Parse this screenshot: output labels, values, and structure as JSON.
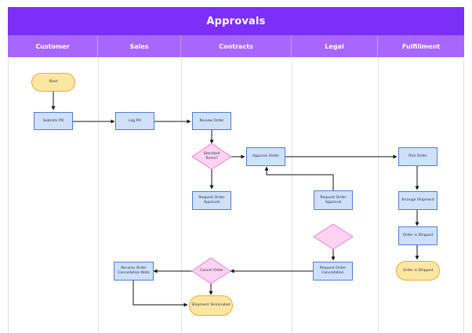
{
  "title": "Approvals",
  "lanes": [
    "Customer",
    "Sales",
    "Contracts",
    "Legal",
    "Fulfillment"
  ],
  "nodes": {
    "start": "Start",
    "submits_po": "Submits PO",
    "log_po": "Log PO",
    "review_order": "Review Order",
    "standard_terms": "Standard Terms?",
    "approve_order": "Approve Order",
    "pick_order": "Pick Order",
    "request_order_approval_contracts": "Request Order Approval",
    "request_order_approval_legal": "Request Order Approval",
    "arrange_shipment": "Arrange Shipment",
    "approval_decision": "",
    "order_is_shipped": "Order is Shipped",
    "order_is_shipped_end": "Order is Shipped",
    "cancel_order": "Cancel Order",
    "request_order_cancellation": "Request Order Cancellation",
    "receive_order_cancellation_note": "Receive Order Cancellation Note",
    "shipment_terminated": "Shipment Terminated"
  },
  "colors": {
    "title_bg": "#7b2ff7",
    "header_bg": "#a866ff",
    "process_fill": "#cfe0fb",
    "process_stroke": "#4b7fd8",
    "terminal_fill": "#fde7a0",
    "terminal_stroke": "#f1a63a",
    "decision_fill": "#fcd3f1",
    "decision_stroke": "#f07fd3"
  }
}
